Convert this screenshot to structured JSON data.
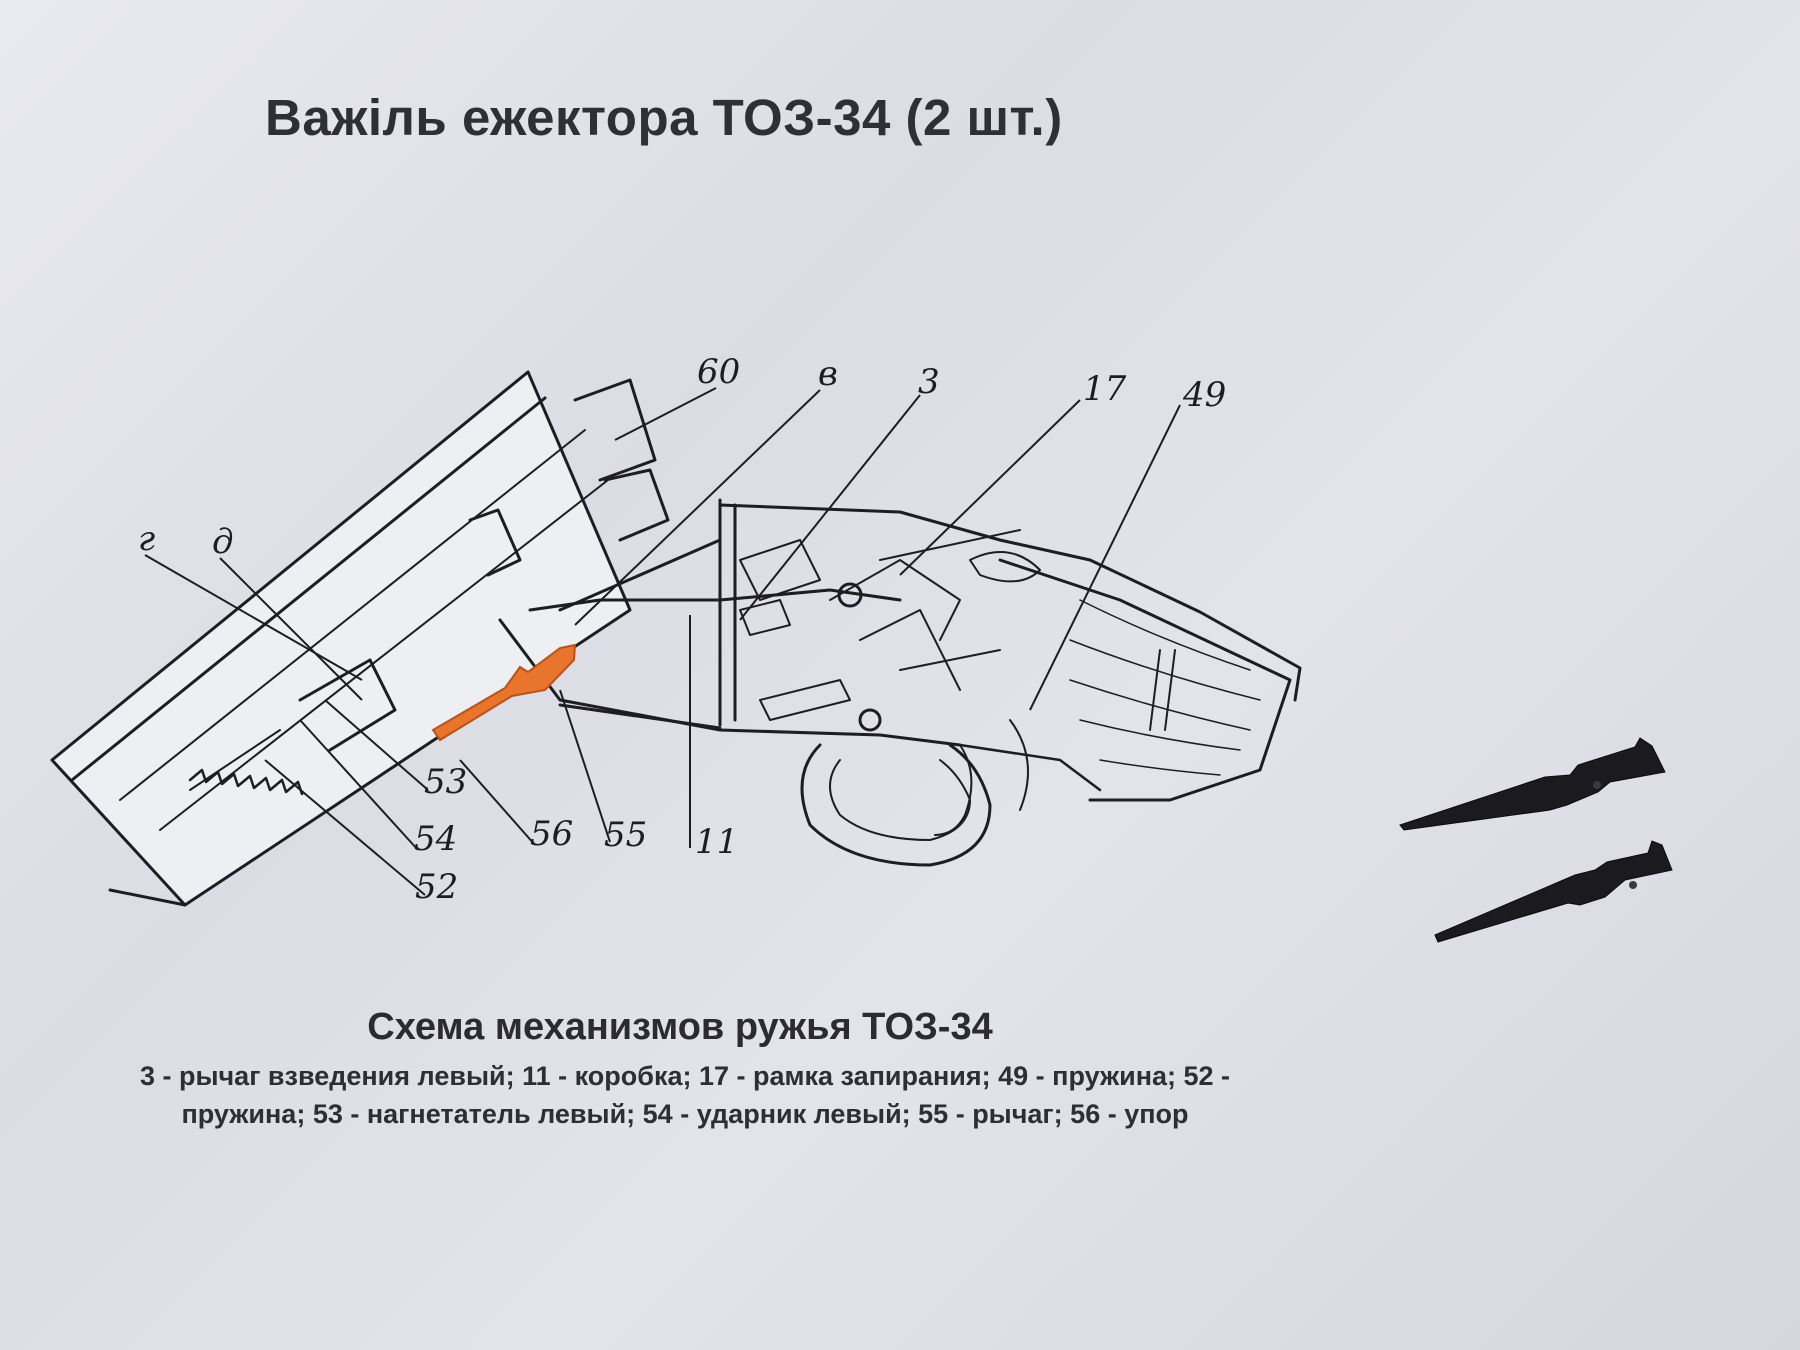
{
  "title": "Важіль ежектора ТОЗ-34 (2 шт.)",
  "diagram": {
    "callouts": [
      "60",
      "в",
      "3",
      "17",
      "49",
      "г",
      "д",
      "53",
      "54",
      "52",
      "56",
      "55",
      "11"
    ],
    "highlighted_part": "56",
    "highlight_color": "#e9742c",
    "line_color": "#1d1d22"
  },
  "caption": {
    "title": "Схема механизмов ружья ТОЗ-34",
    "legend_line1": "3 - рычаг взведения левый; 11 - коробка; 17 - рамка запирания; 49 - пружина; 52 -",
    "legend_line2": "пружина; 53 - нагнетатель левый; 54 - ударник левый; 55 - рычаг; 56 - упор"
  },
  "product": {
    "quantity": 2,
    "color": "#1b1b1f"
  }
}
